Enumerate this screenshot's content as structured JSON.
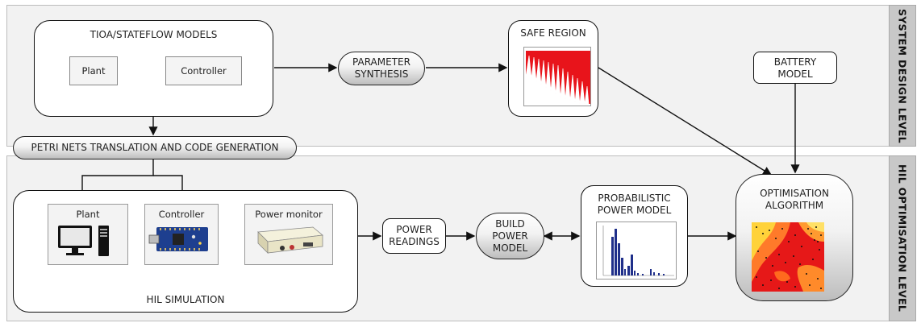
{
  "levels": {
    "system_design": "SYSTEM DESIGN LEVEL",
    "hil_optimisation": "HIL OPTIMISATION LEVEL"
  },
  "models": {
    "title": "TIOA/STATEFLOW MODELS",
    "plant": "Plant",
    "controller": "Controller"
  },
  "parameter_synthesis": {
    "line1": "PARAMETER",
    "line2": "SYNTHESIS"
  },
  "safe_region": {
    "title": "SAFE REGION"
  },
  "battery_model": {
    "line1": "BATTERY",
    "line2": "MODEL"
  },
  "petri_nets": {
    "label": "PETRI NETS TRANSLATION AND CODE GENERATION"
  },
  "hil_simulation": {
    "title": "HIL SIMULATION",
    "plant": "Plant",
    "controller": "Controller",
    "power_monitor": "Power monitor"
  },
  "power_readings": {
    "line1": "POWER",
    "line2": "READINGS"
  },
  "build_power_model": {
    "line1": "BUILD",
    "line2": "POWER",
    "line3": "MODEL"
  },
  "probabilistic_model": {
    "line1": "PROBABILISTIC",
    "line2": "POWER MODEL"
  },
  "optimisation": {
    "line1": "OPTIMISATION",
    "line2": "ALGORITHM"
  },
  "icons": [
    "monitor-icon",
    "pc-tower-icon",
    "microcontroller-board-icon",
    "power-monitor-device-icon",
    "histogram-icon",
    "heatmap-icon"
  ],
  "colors": {
    "band": "#f2f2f2",
    "side_label": "#c8c8c8",
    "safe_region_fill": "#e8141b",
    "histogram_bars": "#1f2f8a"
  }
}
